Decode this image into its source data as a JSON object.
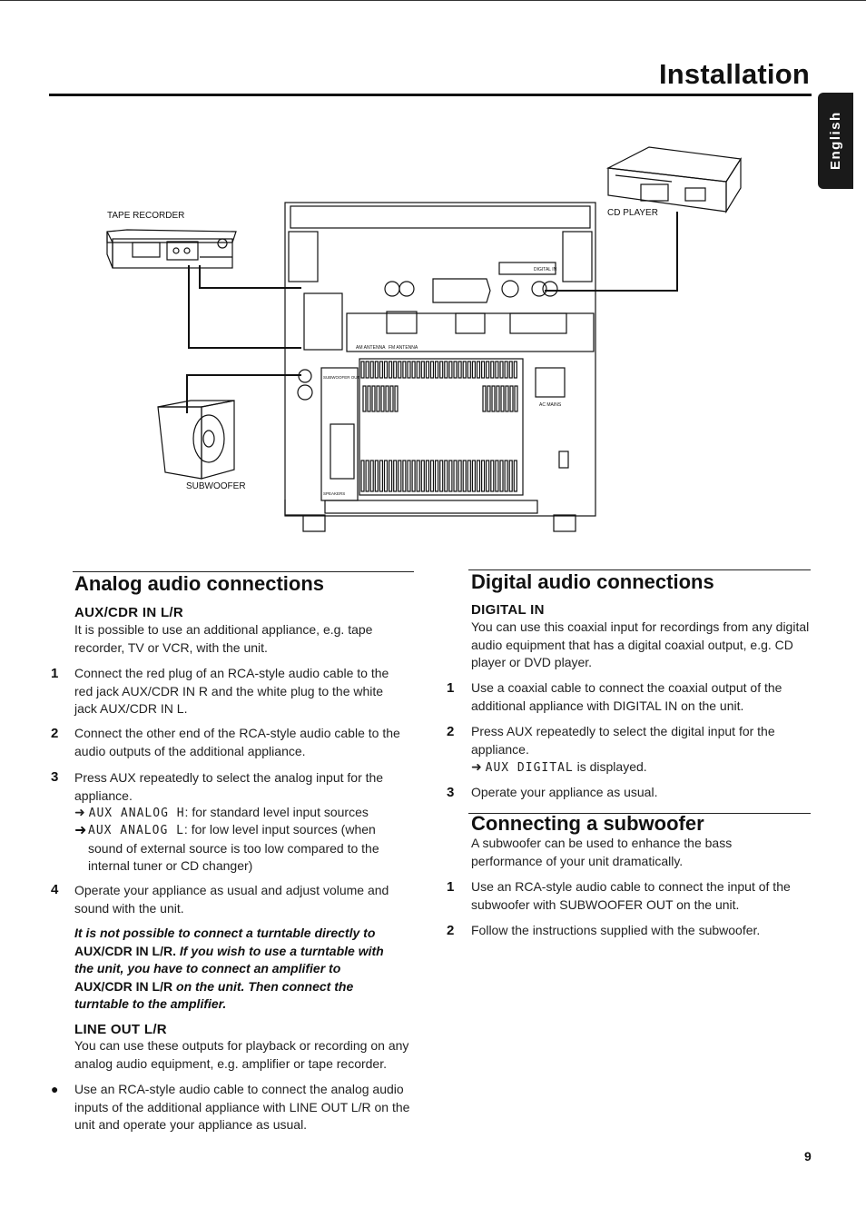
{
  "header": {
    "title": "Installation",
    "language_tab": "English"
  },
  "diagram": {
    "tape_recorder": "TAPE RECORDER",
    "cd_player": "CD PLAYER",
    "subwoofer": "SUBWOOFER",
    "digital_in": "DIGITAL IN",
    "am_antenna": "AM ANTENNA",
    "fm_antenna": "FM ANTENNA",
    "subwoofer_out": "SUBWOOFER OUT",
    "ac_mains": "AC MAINS",
    "speakers": "SPEAKERS"
  },
  "analog": {
    "title": "Analog audio connections",
    "aux": {
      "heading": "AUX/CDR IN L/R",
      "intro": "It is possible to use an additional appliance, e.g. tape recorder, TV or VCR, with the unit.",
      "steps": [
        {
          "n": "1",
          "text": "Connect the red plug of an RCA-style audio cable to the red jack AUX/CDR IN R and the white plug to the white jack AUX/CDR IN L."
        },
        {
          "n": "2",
          "text": "Connect the other end of the RCA-style audio cable to the audio outputs of the additional appliance."
        },
        {
          "n": "3",
          "text": "Press AUX repeatedly to select the analog input for the appliance."
        },
        {
          "n": "4",
          "text": "Operate your appliance as usual and adjust volume and sound with the unit."
        }
      ],
      "option1_display": "AUX ANALOG H",
      "option1_text": ": for standard level input sources",
      "option2_display": "AUX ANALOG L",
      "option2_text": ": for low level input sources (when sound of external source is too low compared to the internal tuner or CD changer)",
      "note_1": "It is not possible to connect a turntable directly to",
      "note_2": "AUX/CDR IN L/R.",
      "note_3": "If you wish to use a turntable with the unit, you have to connect an amplifier to",
      "note_4": "AUX/CDR IN L/R",
      "note_5": "on the unit. Then connect the turntable to the amplifier."
    },
    "line_out": {
      "heading": "LINE OUT L/R",
      "intro": "You can use these outputs for playback or recording on any analog audio equipment, e.g. amplifier or tape recorder.",
      "bullet": "●",
      "bullet_text": "Use an RCA-style audio cable to connect the analog audio inputs of the additional appliance with LINE OUT L/R on the unit and operate your appliance as usual."
    }
  },
  "digital": {
    "title": "Digital audio connections",
    "heading": "DIGITAL IN",
    "intro": "You can use this coaxial input for recordings from any digital audio equipment that has a digital coaxial output, e.g. CD player or DVD player.",
    "steps": [
      {
        "n": "1",
        "text": "Use a coaxial cable to connect the coaxial output of the additional appliance with DIGITAL IN on the unit."
      },
      {
        "n": "2",
        "text": "Press AUX repeatedly to select the digital input for the appliance."
      },
      {
        "n": "3",
        "text": "Operate your appliance as usual."
      }
    ],
    "display": "AUX DIGITAL",
    "display_text": "is displayed."
  },
  "subwoofer": {
    "title": "Connecting a subwoofer",
    "intro": "A subwoofer can be used to enhance the bass performance of your unit dramatically.",
    "steps": [
      {
        "n": "1",
        "text": "Use an RCA-style audio cable to connect the input of the subwoofer with SUBWOOFER OUT on the unit."
      },
      {
        "n": "2",
        "text": "Follow the instructions supplied with the subwoofer."
      }
    ]
  },
  "arrow": "➜",
  "page_number": "9"
}
